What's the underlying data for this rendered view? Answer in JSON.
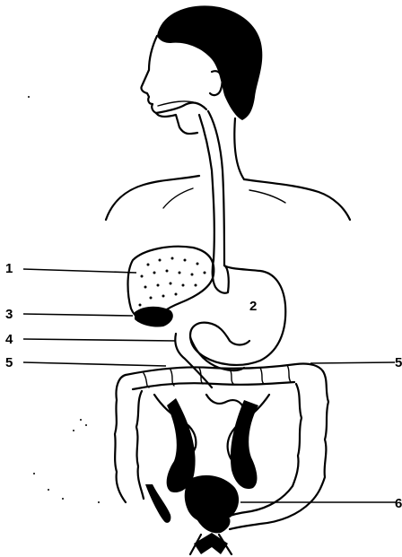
{
  "labels": [
    {
      "id": "1",
      "text": "1"
    },
    {
      "id": "2",
      "text": "2"
    },
    {
      "id": "3",
      "text": "3"
    },
    {
      "id": "4",
      "text": "4"
    },
    {
      "id": "5-left",
      "text": "5"
    },
    {
      "id": "5-right",
      "text": "5"
    },
    {
      "id": "6",
      "text": "6"
    }
  ],
  "colors": {
    "ink": "#000000",
    "background": "#ffffff"
  }
}
